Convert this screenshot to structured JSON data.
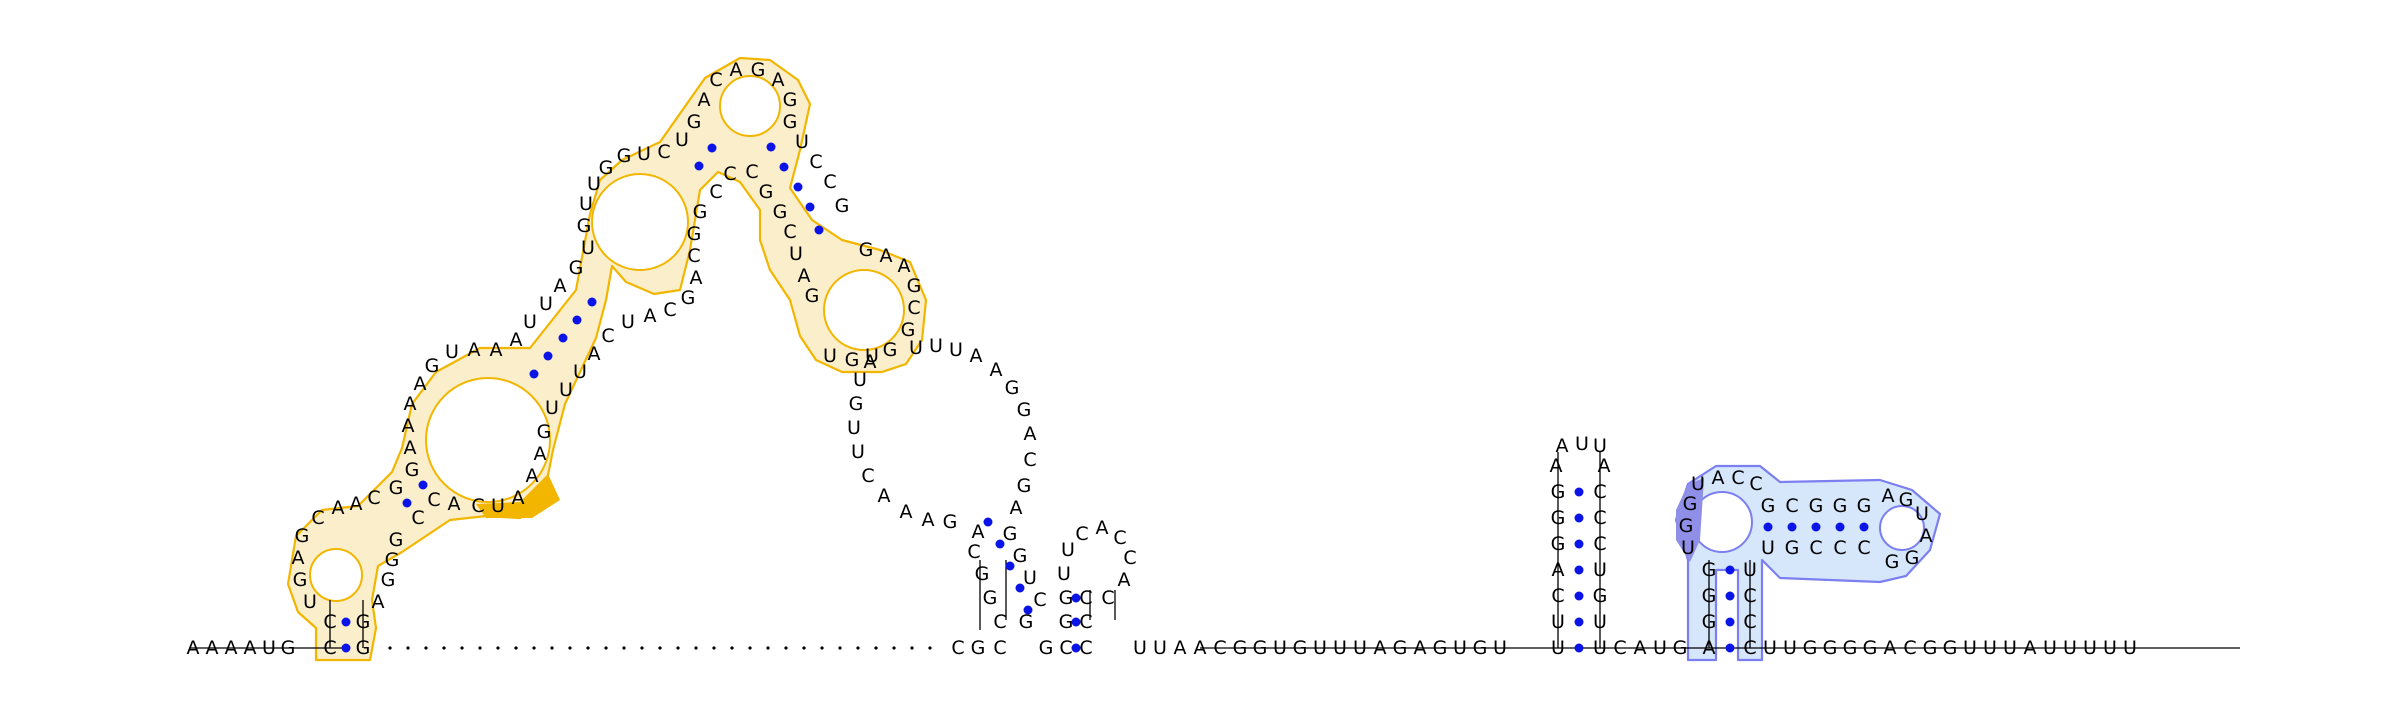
{
  "colors": {
    "background": "#ffffff",
    "base_pair": "#0a14e6",
    "domain1_outline": "#f2b600",
    "domain1_fill": "#fbeecb",
    "domain1_highlight": "#f2b600",
    "domain2_outline": "#7b7ff0",
    "domain2_fill": "#d6e6fb",
    "domain2_highlight": "#8f8fe8"
  },
  "sequence": {
    "five_prime_start": "A A A A U G",
    "gap": ". . . . . . . . . . . . . . . . . . . . . . . . . . . . . . . . . . . . . . . . . . . . . .",
    "linker_1": "U U A A C G G U G U U U A G A G U G U",
    "linker_2": "C A U G",
    "three_prime_tail": "U U G G G G A C G G U U U A U U U U U"
  },
  "domain1": {
    "stem1": {
      "left": "C C",
      "right": "G G"
    },
    "loop1_left": "U G A G",
    "loop1_top": "C A A C",
    "loop1_right": "A G G G G C",
    "stem2": {
      "left": "G G",
      "right": "C C"
    },
    "interior_loop_left": "A A A A G U A A",
    "interior_loop_right": "A C U A A A G",
    "highlight": "C U A",
    "stem3": {
      "left": "A U U A G",
      "right": "U U U A C"
    },
    "interior2_left": "U G U U G G U C",
    "interior2_right": "U A C G A C G G",
    "stem4": {
      "left": "U G",
      "right": "C C"
    },
    "hairpin_loop": "A C A G A G",
    "stem5": {
      "left": "G U C C G",
      "right": "C G G C U"
    },
    "hairpin2": "G A A G C G",
    "junction": "U G U G"
  },
  "multiloop": {
    "right_side": "U U U A A G G A C G",
    "left_side": "A U G U U C A A A G U",
    "hairpin_stem": {
      "left": "C C G G C",
      "right": "G U C C G"
    },
    "hairpin_loop": "U C A C C",
    "small_stem": {
      "left": "G G G",
      "right": "C C C"
    },
    "small_loop": "A C A C"
  },
  "hairpin_isolated": {
    "left": "U C A G G G A",
    "loop": "U U A",
    "right": "C A C C A U"
  },
  "domain2": {
    "stem_left": "A G G G",
    "stem_right": "C C C U",
    "loop_left": "U G G U",
    "loop_top": "A C C",
    "highlight": "U G G",
    "arm_top": "G C G G G",
    "arm_bottom": "U G C C C",
    "arm_loop": "A G U A G G"
  }
}
